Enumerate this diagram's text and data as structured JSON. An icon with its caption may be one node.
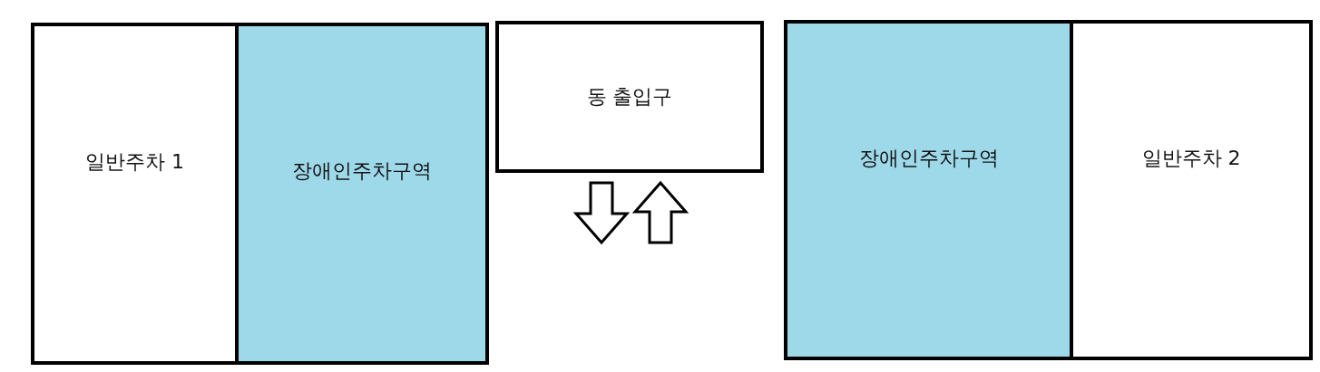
{
  "diagram": {
    "nodes": [
      {
        "text": [
          "일반주차 1"
        ]
      },
      {
        "text": [
          "장애인주차구역"
        ]
      },
      {
        "text": [
          "동 출입구"
        ]
      },
      {
        "text": [
          "장애인주차구역"
        ]
      },
      {
        "text": [
          "일반주차 2"
        ]
      }
    ]
  }
}
